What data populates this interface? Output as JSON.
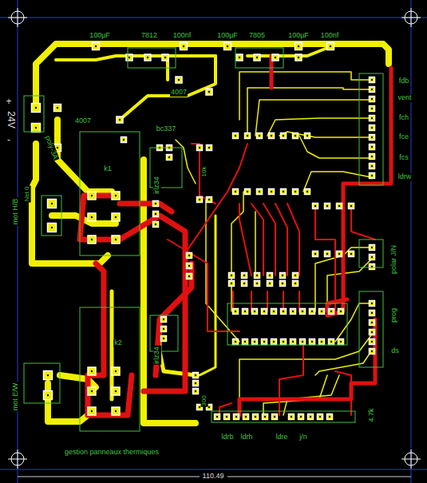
{
  "diagram": {
    "title": "gestion panneaux thermiques",
    "labels": [
      "100µF",
      "7812",
      "100nf",
      "100µF",
      "7805",
      "100µF",
      "100nf",
      "+",
      "24V",
      "-",
      "poly-3A",
      "4007",
      "4007",
      "bc337",
      "k1",
      "irlz34",
      "mot H/B",
      "fdb",
      "vent",
      "fch",
      "fce",
      "fcs",
      "ldrw",
      "polar J/N",
      "prog",
      "ds",
      "k2",
      "irlz34",
      "mot E/W",
      "ldrb",
      "ldrh",
      "ldre",
      "j/n",
      "4.7k",
      "110.49",
      "10k",
      "300",
      "Net 0"
    ]
  }
}
